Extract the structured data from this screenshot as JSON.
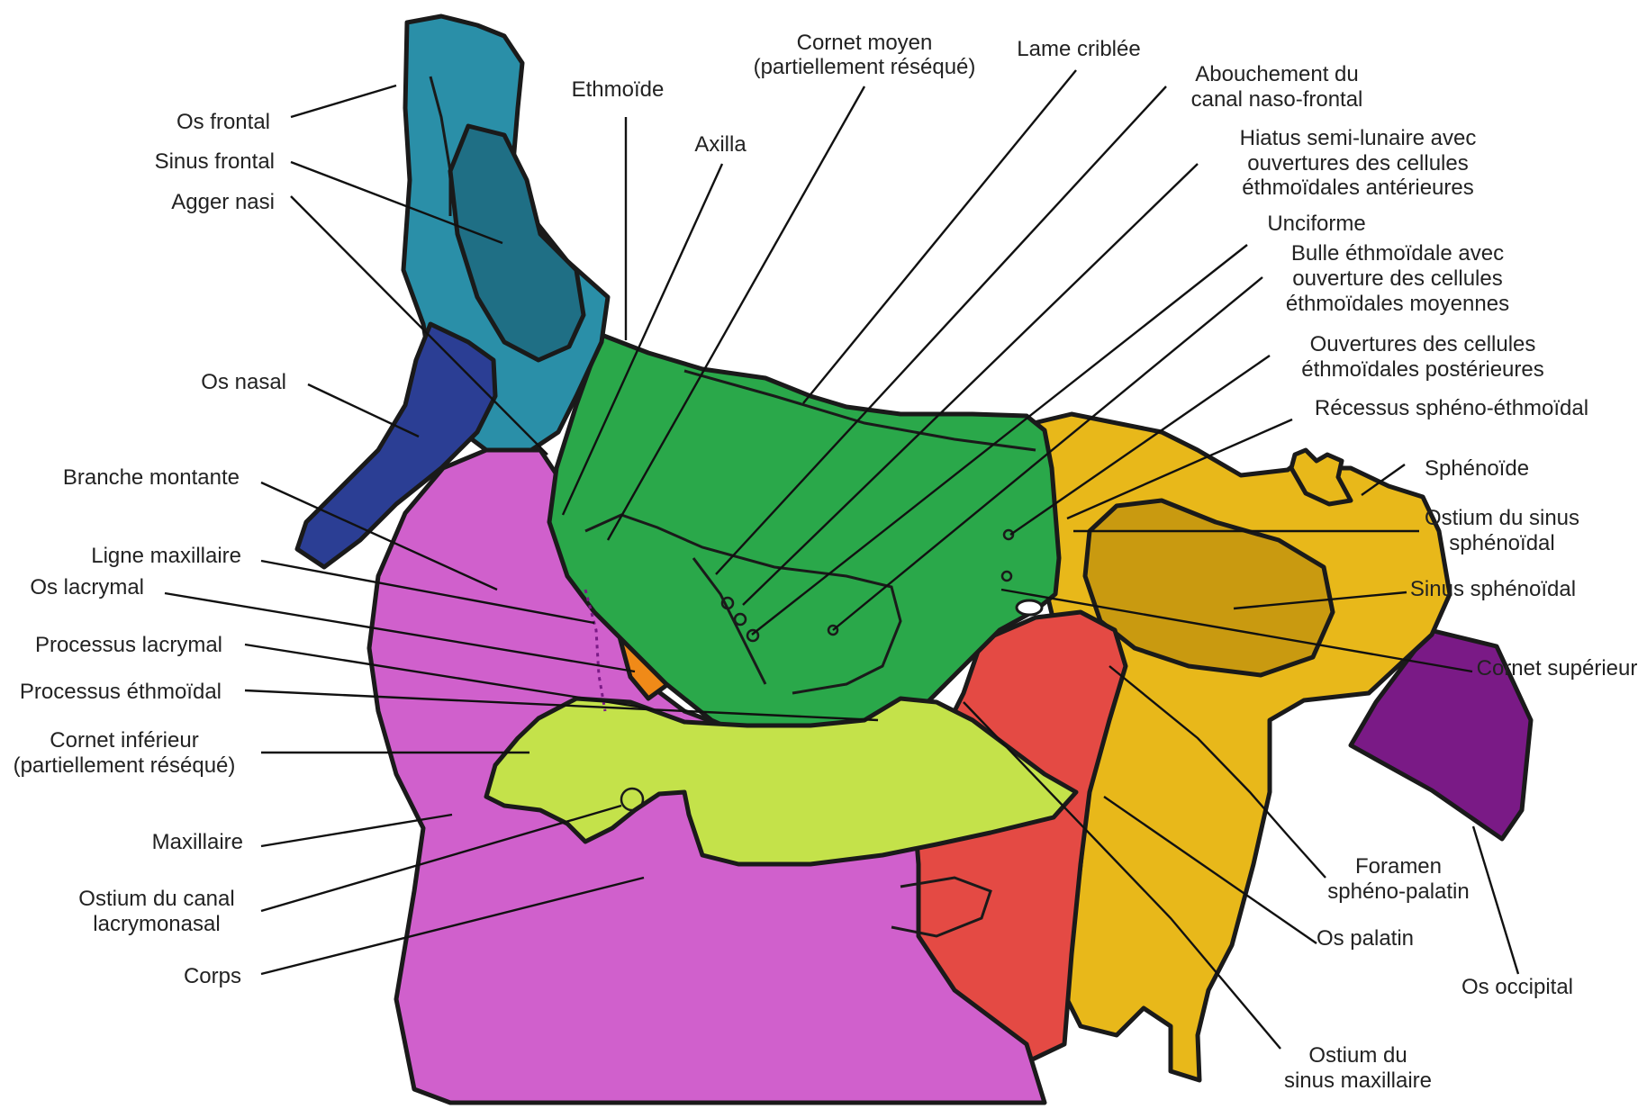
{
  "colors": {
    "os_frontal": "#2a8fa8",
    "sinus_frontal": "#1f6f85",
    "os_nasal": "#2b3e94",
    "maxillaire": "#d060cc",
    "ethmoide": "#2aa84a",
    "cornet_inferieur": "#c4e24a",
    "os_lacrymal": "#f08a18",
    "os_palatin": "#e44a44",
    "sphenoide": "#e8b81a",
    "sinus_sphenoidal": "#c99a10",
    "os_occipital": "#7a1a86",
    "outline": "#1a1a1a"
  },
  "labels": {
    "os_frontal": "Os frontal",
    "sinus_frontal": "Sinus frontal",
    "agger_nasi": "Agger nasi",
    "os_nasal": "Os nasal",
    "branche_montante": "Branche montante",
    "ligne_maxillaire": "Ligne maxillaire",
    "os_lacrymal": "Os lacrymal",
    "processus_lacrymal": "Processus lacrymal",
    "processus_ethmoidal": "Processus éthmoïdal",
    "cornet_inferieur": [
      "Cornet inférieur",
      "(partiellement réséqué)"
    ],
    "maxillaire": "Maxillaire",
    "ostium_canal_lacrymonasal": [
      "Ostium du canal",
      "lacrymonasal"
    ],
    "corps": "Corps",
    "ethmoide": "Ethmoïde",
    "axilla": "Axilla",
    "cornet_moyen": [
      "Cornet moyen",
      "(partiellement réséqué)"
    ],
    "lame_criblee": "Lame criblée",
    "abouchement": [
      "Abouchement du",
      "canal naso-frontal"
    ],
    "hiatus": [
      "Hiatus semi-lunaire avec",
      "ouvertures des cellules",
      "éthmoïdales antérieures"
    ],
    "unciforme": "Unciforme",
    "bulle": [
      "Bulle éthmoïdale avec",
      "ouverture des cellules",
      "éthmoïdales moyennes"
    ],
    "ouvertures_posterieures": [
      "Ouvertures des cellules",
      "éthmoïdales postérieures"
    ],
    "recessus": "Récessus sphéno-éthmoïdal",
    "sphenoide": "Sphénoïde",
    "ostium_sinus_sphenoidal": [
      "Ostium du sinus",
      "sphénoïdal"
    ],
    "sinus_sphenoidal": "Sinus sphénoïdal",
    "cornet_superieur": "Cornet supérieur",
    "foramen": [
      "Foramen",
      "sphéno-palatin"
    ],
    "os_palatin": "Os palatin",
    "os_occipital": "Os occipital",
    "ostium_sinus_maxillaire": [
      "Ostium du",
      "sinus maxillaire"
    ]
  }
}
